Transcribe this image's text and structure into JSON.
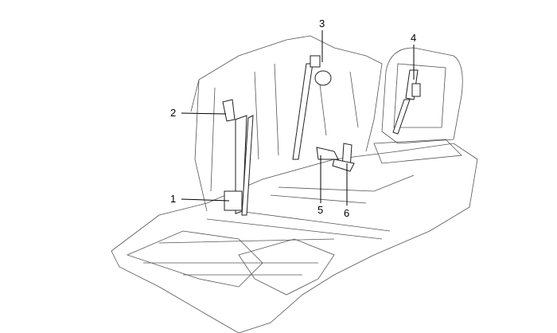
{
  "diagram": {
    "callouts": [
      {
        "id": "1"
      },
      {
        "id": "2"
      },
      {
        "id": "3"
      },
      {
        "id": "4"
      },
      {
        "id": "5"
      },
      {
        "id": "6"
      }
    ],
    "labels": [
      "1",
      "2",
      "3",
      "4",
      "5",
      "6"
    ],
    "colors": {
      "line": "#555555",
      "leader": "#000000"
    }
  }
}
